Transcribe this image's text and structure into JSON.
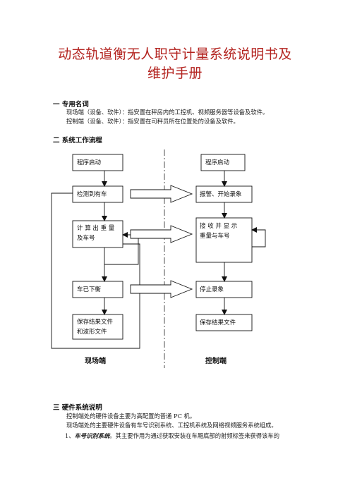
{
  "title_line1": "动态轨道衡无人职守计量系统说明书及",
  "title_line2": "维护手册",
  "sec1": {
    "heading": "一  专用名词",
    "line1": "现场端（设备、软件）：指安置在秤房内的工控机、视频服务器等设备及软件。",
    "line2": "控制端（设备、软件）：指安置在司秤员所在位置处的设备及软件。"
  },
  "sec2": {
    "heading": "二  系统工作流程"
  },
  "flow": {
    "field_boxes": [
      "程序启动",
      "检测到有车",
      "计 算 出 重 量",
      "及车号",
      "车已下衡",
      "保存结果文件",
      "和波形文件"
    ],
    "control_boxes": [
      "程序启动",
      "报警、开始录象",
      "接 收 并 显 示",
      "重量与车号",
      "停止录象",
      "保存结果文件"
    ],
    "field_label": "现场端",
    "control_label": "控制端"
  },
  "sec3": {
    "heading": "三  硬件系统说明",
    "line1": "控制端处的硬件设备主要为高配置的普通 PC 机。",
    "line2": "现场端处的主要硬件设备有车号识别系统、工控机系统及网络视频服务系统组成。",
    "item1_num": "1、",
    "item1_title": "车号识别系统",
    "item1_text": "。其主要作用为通过获取安装在车厢底部的射频标签来获得该车的"
  }
}
